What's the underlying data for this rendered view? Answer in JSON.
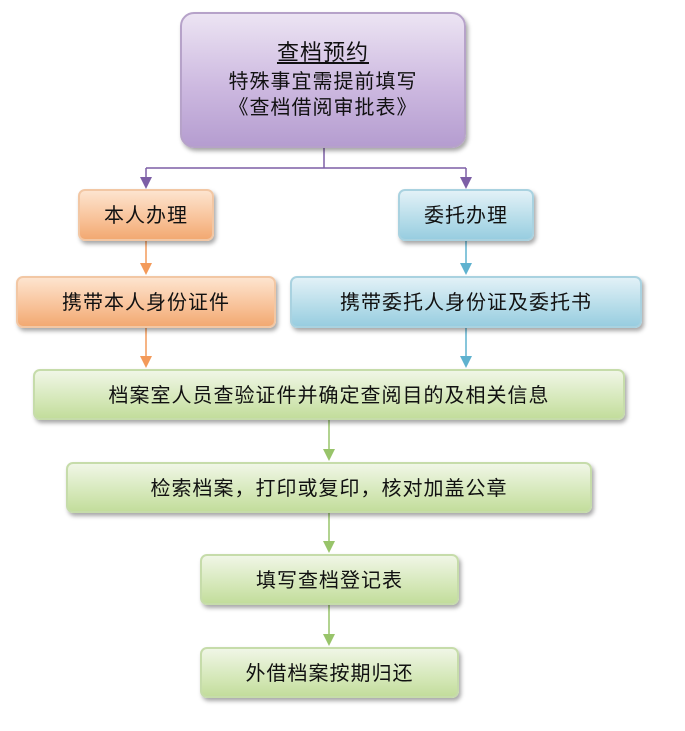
{
  "top_box": {
    "title": "查档预约",
    "line2": "特殊事宜需提前填写",
    "line3": "《查档借阅审批表》"
  },
  "branch_self": {
    "label": "本人办理",
    "step": "携带本人身份证件"
  },
  "branch_proxy": {
    "label": "委托办理",
    "step": "携带委托人身份证及委托书"
  },
  "steps": {
    "verify": "档案室人员查验证件并确定查阅目的及相关信息",
    "retrieve": "检索档案，打印或复印，核对加盖公章",
    "register": "填写查档登记表",
    "return": "外借档案按期归还"
  },
  "colors": {
    "purple_connector": "#7d5fa6",
    "orange_connector": "#f39a5a",
    "blue_connector": "#5fb2cf",
    "green_connector": "#98c46a"
  }
}
